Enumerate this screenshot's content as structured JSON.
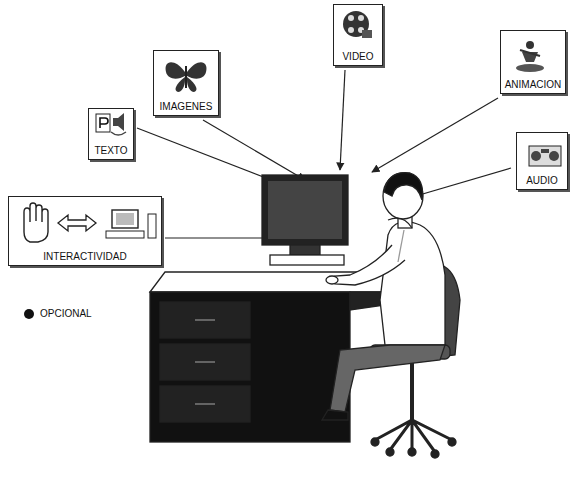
{
  "diagram": {
    "nodes": [
      {
        "text": [
          "VIDEO"
        ]
      },
      {
        "text": [
          "IMAGENES"
        ]
      },
      {
        "text": [
          "ANIMACION"
        ]
      },
      {
        "text": [
          "TEXTO"
        ]
      },
      {
        "text": [
          "AUDIO"
        ]
      },
      {
        "text": [
          "INTERACTIVIDAD"
        ]
      }
    ],
    "legend": [
      {
        "text": "OPCIONAL",
        "color": "#111111"
      }
    ]
  }
}
